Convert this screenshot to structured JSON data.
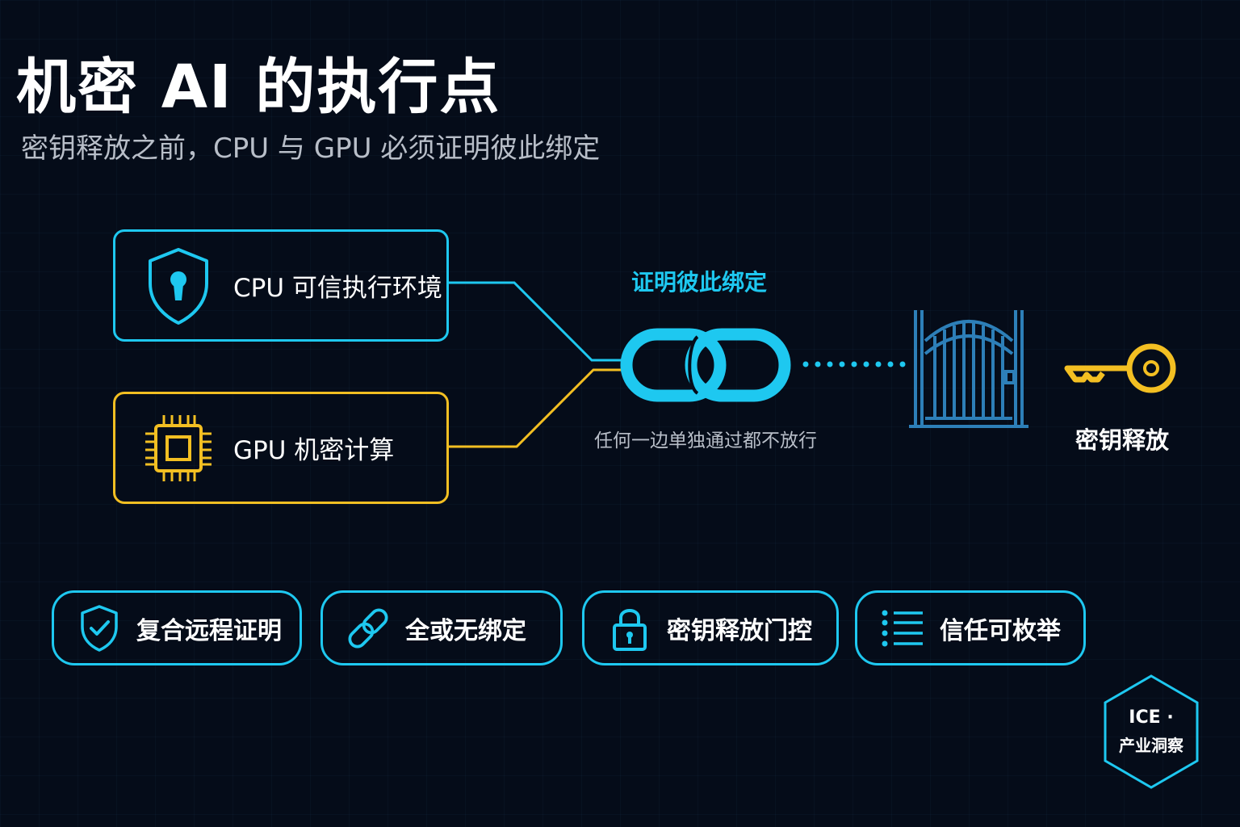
{
  "header": {
    "title": "机密 AI 的执行点",
    "subtitle": "密钥释放之前，CPU 与 GPU 必须证明彼此绑定"
  },
  "diagram": {
    "cpu_box": {
      "label": "CPU 可信执行环境",
      "icon": "shield-keyhole-icon"
    },
    "gpu_box": {
      "label": "GPU 机密计算",
      "icon": "chip-icon"
    },
    "binding": {
      "label": "证明彼此绑定",
      "note": "任何一边单独通过都不放行",
      "icon": "chain-link-icon"
    },
    "gate": {
      "icon": "gate-icon"
    },
    "key": {
      "label": "密钥释放",
      "icon": "key-icon"
    }
  },
  "features": [
    {
      "label": "复合远程证明",
      "icon": "shield-check-icon"
    },
    {
      "label": "全或无绑定",
      "icon": "link-icon"
    },
    {
      "label": "密钥释放门控",
      "icon": "padlock-icon"
    },
    {
      "label": "信任可枚举",
      "icon": "list-icon"
    }
  ],
  "badge": {
    "line1": "ICE ·",
    "line2": "产业洞察"
  },
  "colors": {
    "background": "#050c19",
    "cyan": "#1ec8f0",
    "amber": "#f3bf22",
    "gate_blue": "#2d7fb8",
    "text": "#ffffff",
    "muted": "#b8bec8"
  }
}
